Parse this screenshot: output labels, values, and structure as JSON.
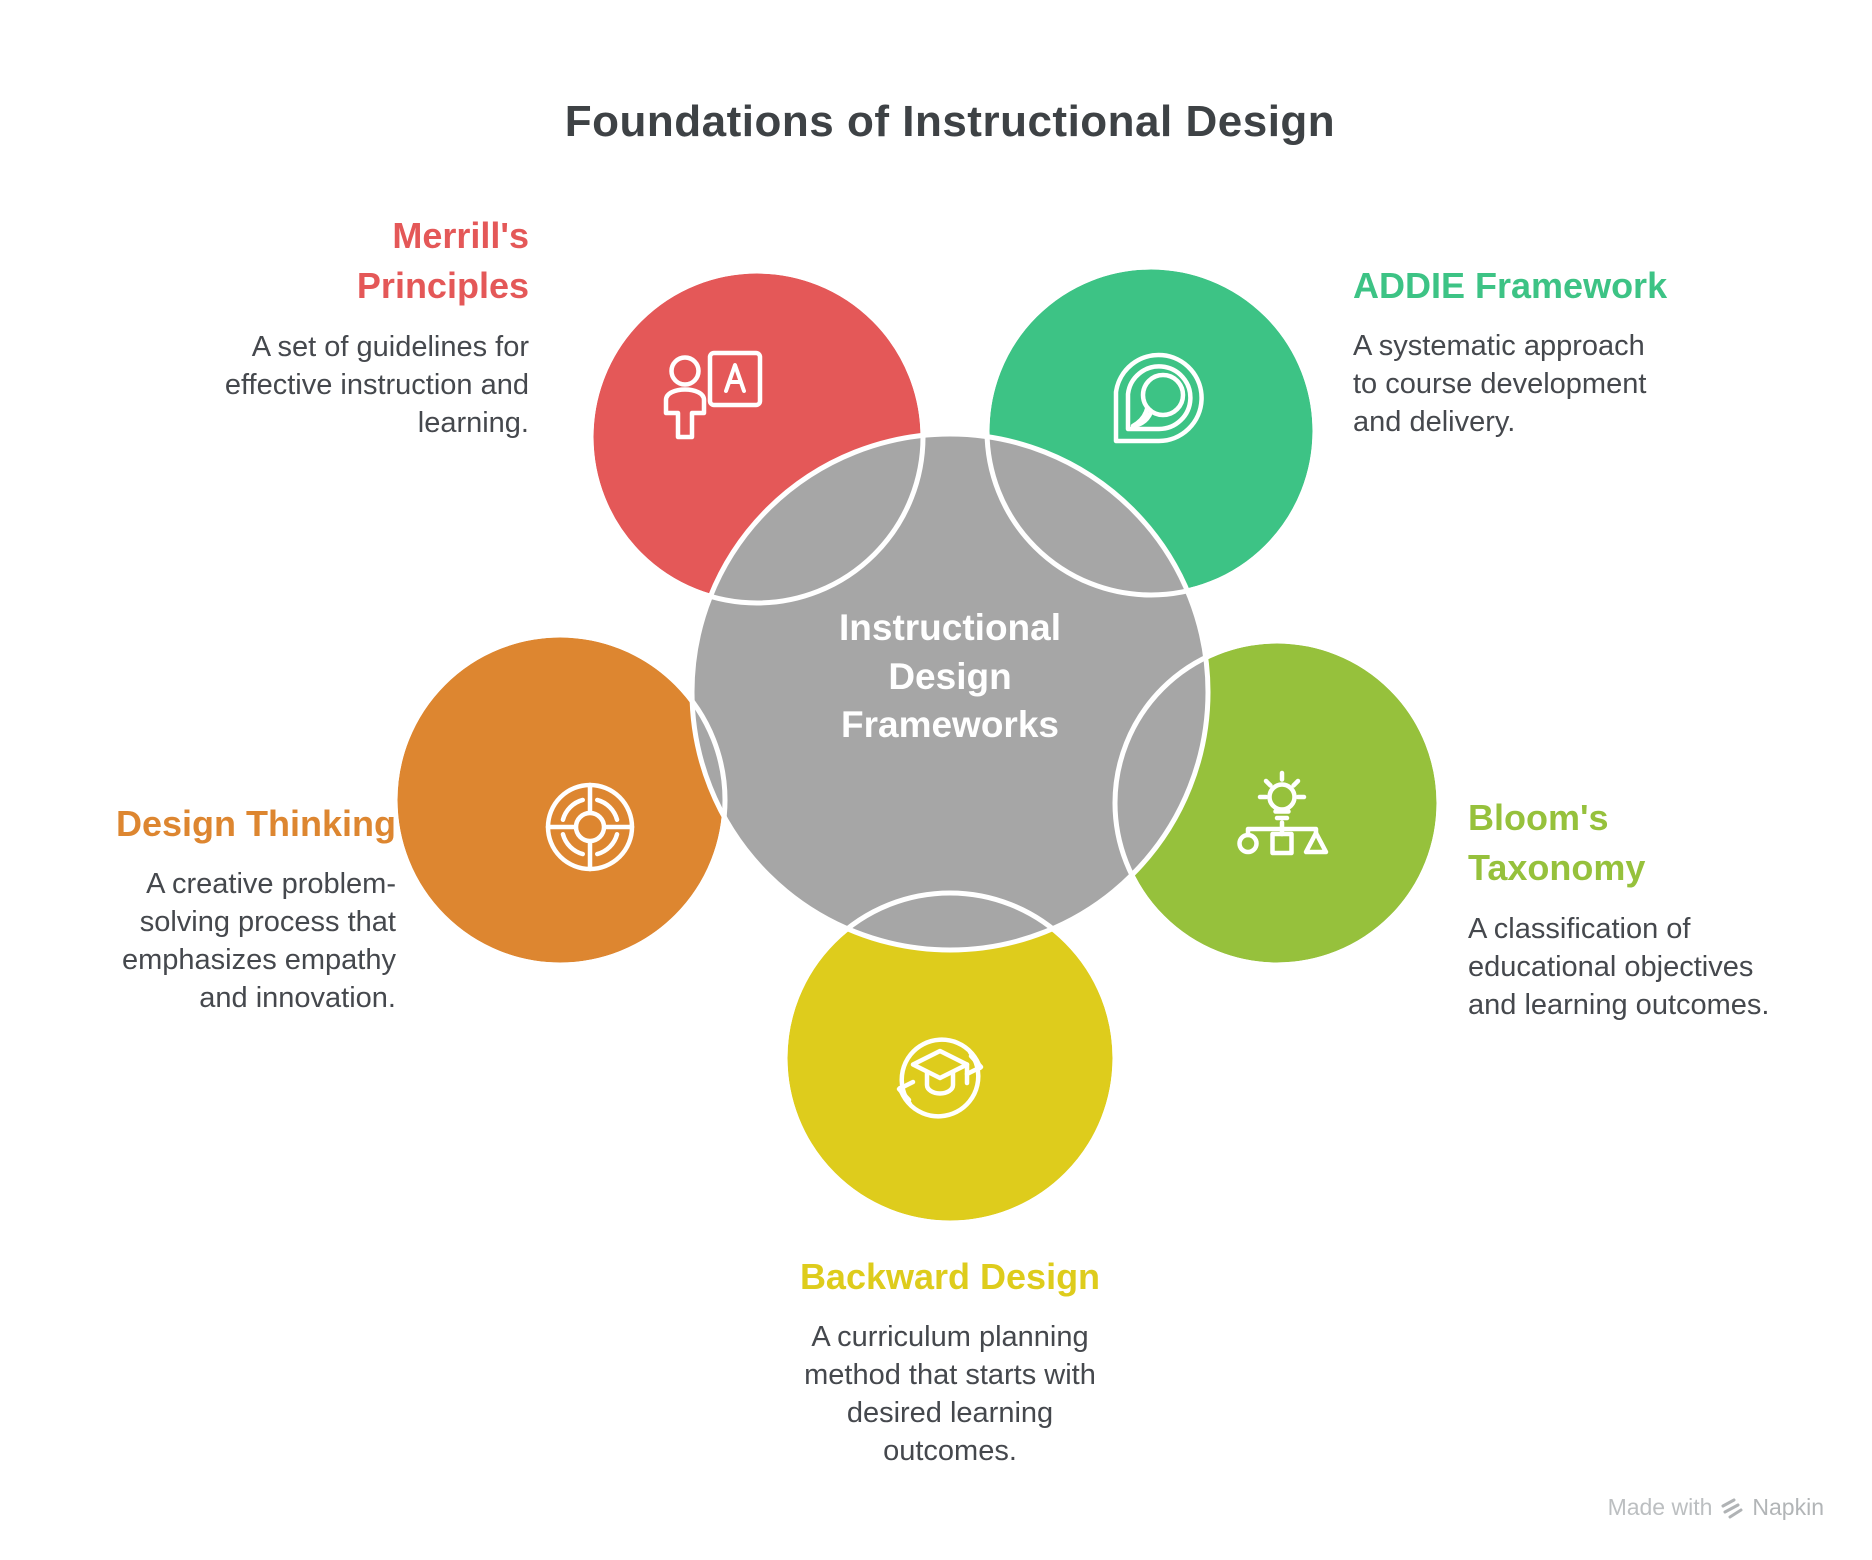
{
  "title": "Foundations of Instructional Design",
  "center": {
    "label_lines": [
      "Instructional",
      "Design",
      "Frameworks"
    ],
    "color": "#A6A6A6"
  },
  "nodes": [
    {
      "id": "merrills-principles",
      "title_lines": [
        "Merrill's",
        "Principles"
      ],
      "description_lines": [
        "A set of guidelines for",
        "effective instruction and",
        "learning."
      ],
      "color": "#E45858",
      "icon": "teacher-presentation-icon"
    },
    {
      "id": "addie-framework",
      "title_lines": [
        "ADDIE Framework"
      ],
      "description_lines": [
        "A systematic approach",
        "to course development",
        "and delivery."
      ],
      "color": "#3DC385",
      "icon": "speech-bubble-pin-icon"
    },
    {
      "id": "design-thinking",
      "title_lines": [
        "Design Thinking"
      ],
      "description_lines": [
        "A creative problem-",
        "solving process that",
        "emphasizes empathy",
        "and innovation."
      ],
      "color": "#DD8630",
      "icon": "wheel-icon"
    },
    {
      "id": "blooms-taxonomy",
      "title_lines": [
        "Bloom's",
        "Taxonomy"
      ],
      "description_lines": [
        "A classification of",
        "educational objectives",
        "and learning outcomes."
      ],
      "color": "#96C13C",
      "icon": "idea-hierarchy-icon"
    },
    {
      "id": "backward-design",
      "title_lines": [
        "Backward Design"
      ],
      "description_lines": [
        "A curriculum planning",
        "method that starts with",
        "desired learning",
        "outcomes."
      ],
      "color": "#DECC1C",
      "icon": "graduation-cycle-icon"
    }
  ],
  "watermark": {
    "made_with": "Made with",
    "brand": "Napkin"
  }
}
